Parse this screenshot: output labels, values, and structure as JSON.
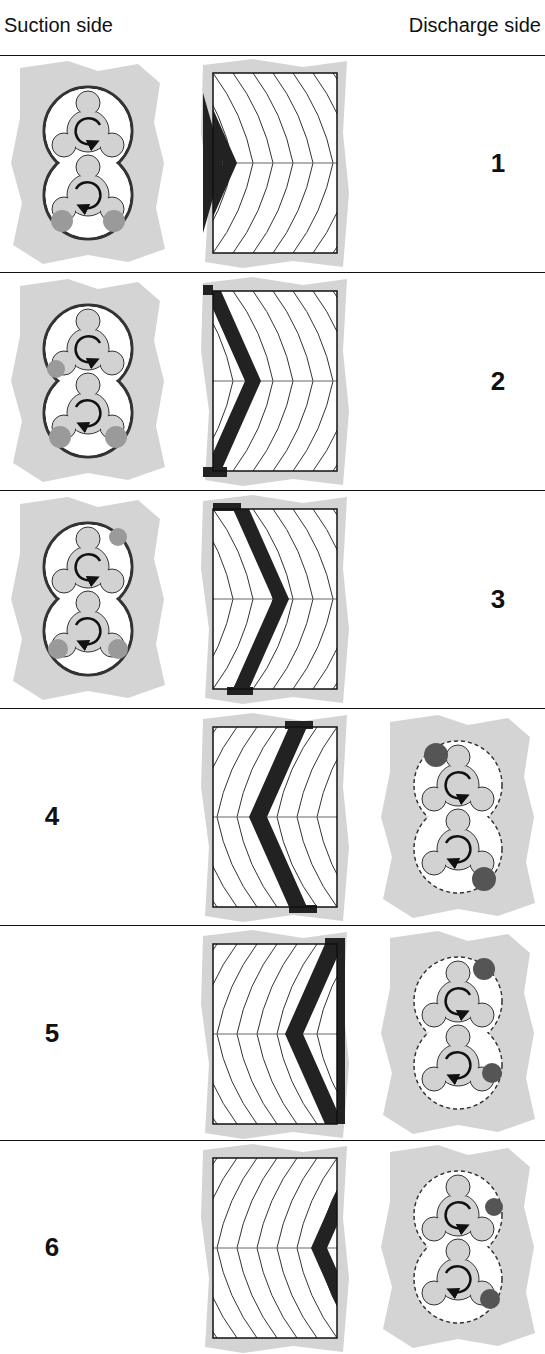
{
  "diagram": {
    "labels": [
      "Suction side",
      "Discharge side",
      "1",
      "2",
      "3",
      "4",
      "5",
      "6"
    ]
  }
}
